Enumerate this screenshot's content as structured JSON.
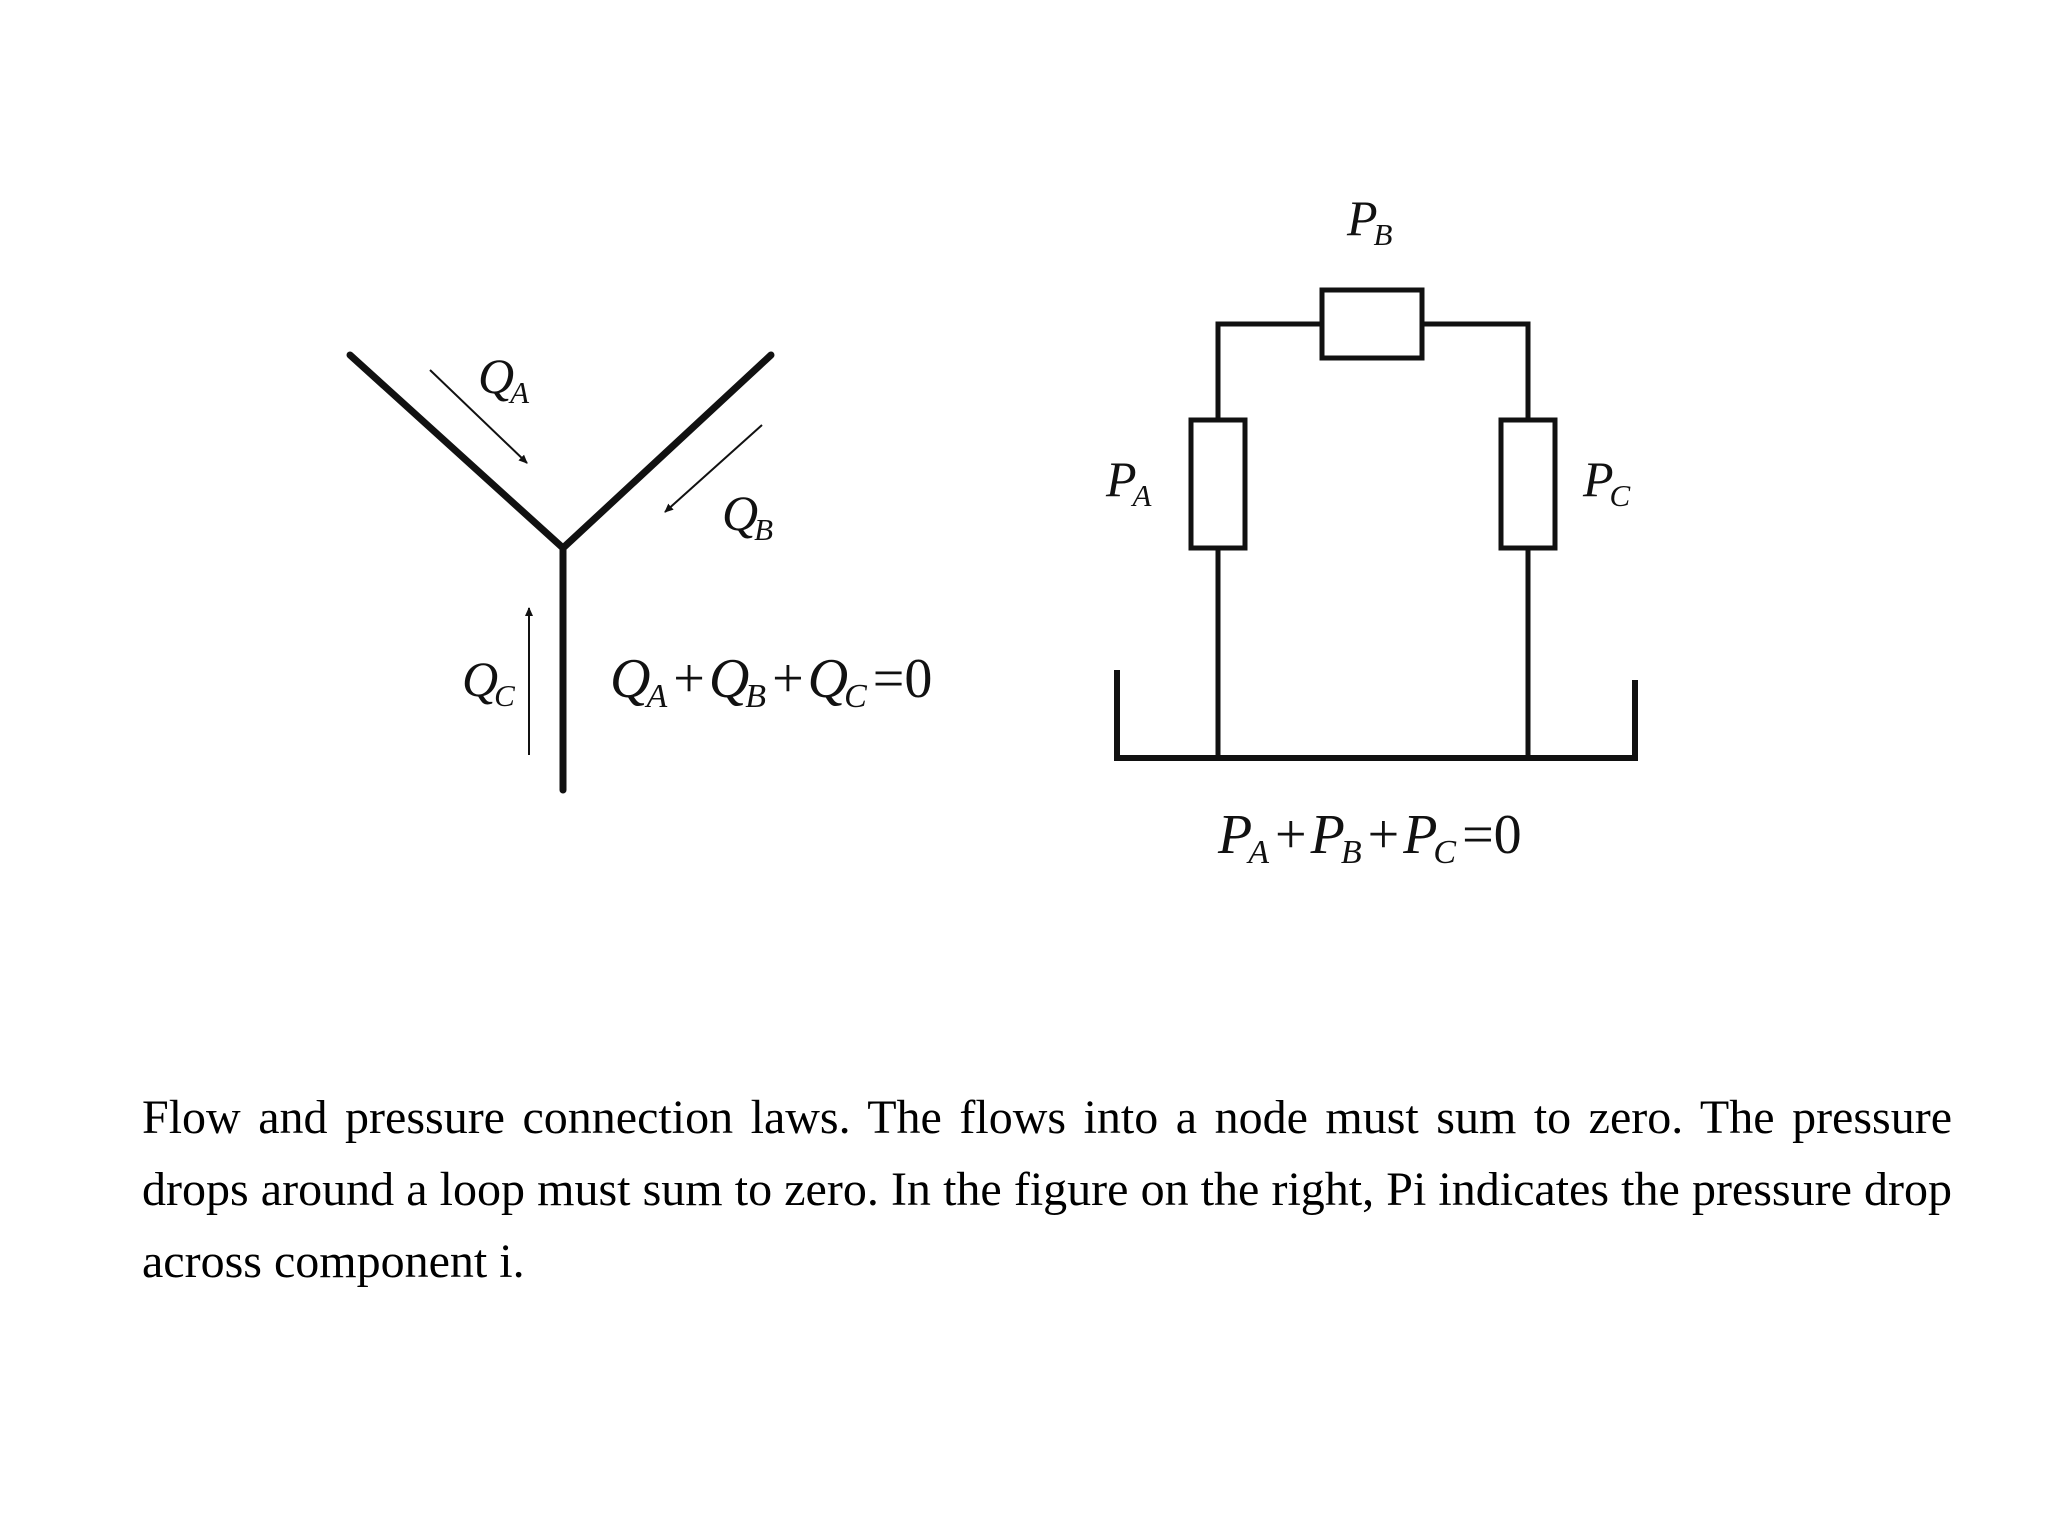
{
  "left_diagram": {
    "label_qa": {
      "main": "Q",
      "sub": "A"
    },
    "label_qb": {
      "main": "Q",
      "sub": "B"
    },
    "label_qc": {
      "main": "Q",
      "sub": "C"
    },
    "equation": {
      "t1": "Q",
      "s1": "A",
      "op1": "+",
      "t2": "Q",
      "s2": "B",
      "op2": "+",
      "t3": "Q",
      "s3": "C",
      "rest": "=0"
    }
  },
  "right_diagram": {
    "label_pa": {
      "main": "P",
      "sub": "A"
    },
    "label_pb": {
      "main": "P",
      "sub": "B"
    },
    "label_pc": {
      "main": "P",
      "sub": "C"
    },
    "equation": {
      "t1": "P",
      "s1": "A",
      "op1": "+",
      "t2": "P",
      "s2": "B",
      "op2": "+",
      "t3": "P",
      "s3": "C",
      "rest": "=0"
    }
  },
  "caption": "Flow and pressure connection laws. The flows into a node must sum to zero. The pressure drops around a loop must sum to zero. In the figure on the right, Pi indicates the pressure drop across component i.",
  "colors": {
    "ink": "#111111",
    "background": "#ffffff"
  }
}
